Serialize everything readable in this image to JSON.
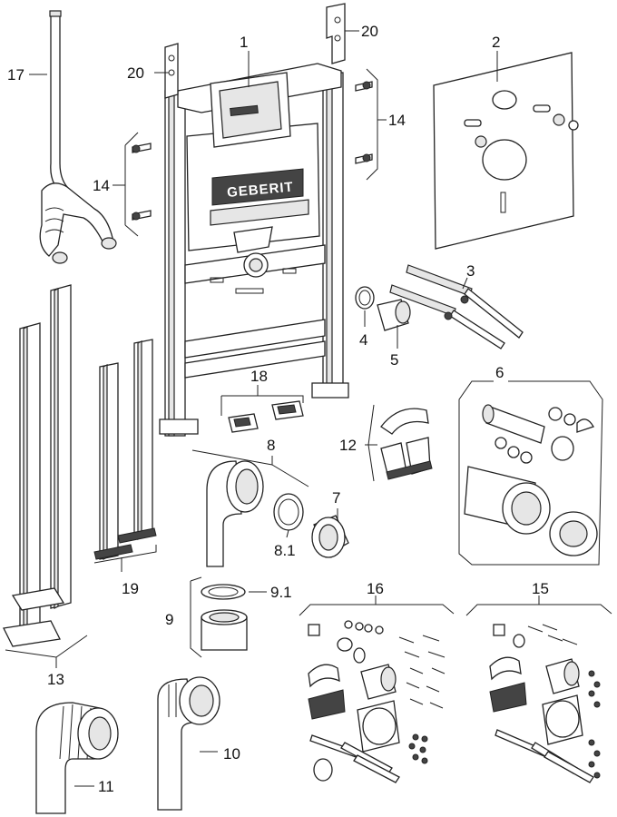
{
  "brand": {
    "logo_text": "GEBERIT"
  },
  "labels": {
    "p1": "1",
    "p2": "2",
    "p3": "3",
    "p4": "4",
    "p5": "5",
    "p6": "6",
    "p7": "7",
    "p8": "8",
    "p8_1": "8.1",
    "p9": "9",
    "p9_1": "9.1",
    "p10": "10",
    "p11": "11",
    "p12": "12",
    "p13": "13",
    "p14_left": "14",
    "p14_right": "14",
    "p15": "15",
    "p16": "16",
    "p17": "17",
    "p18": "18",
    "p19": "19",
    "p20_left": "20",
    "p20_right": "20"
  }
}
